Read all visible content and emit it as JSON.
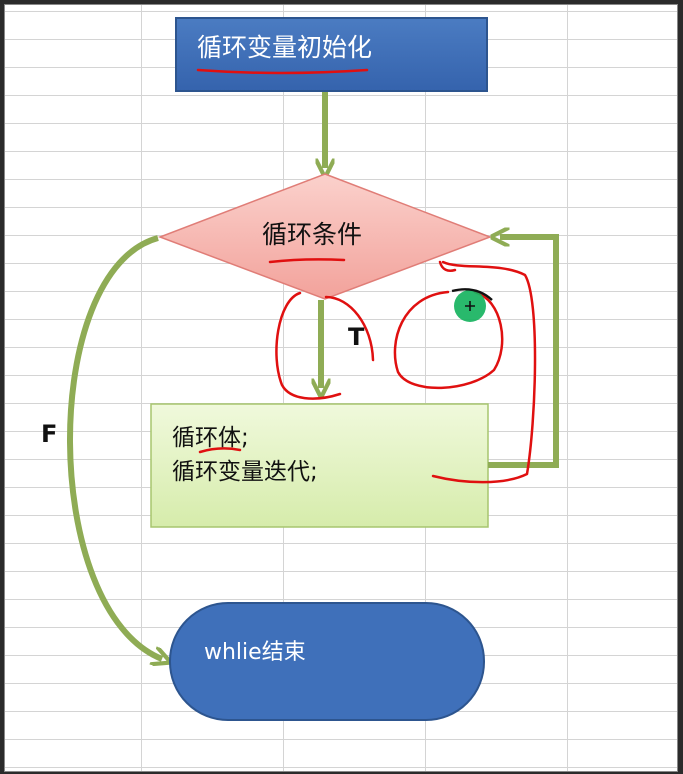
{
  "diagram": {
    "init_label": "循环变量初始化",
    "condition_label": "循环条件",
    "body_line1": "循环体;",
    "body_line2": "循环变量迭代;",
    "end_label": "whlie结束",
    "true_label": "T",
    "false_label": "F"
  },
  "colors": {
    "init_box": "#3c6db4",
    "condition_diamond": "#f6b7b2",
    "body_box": "#e4f3c6",
    "end_pill": "#3f70ba",
    "arrows": "#8fac55",
    "annotation_pen": "#e01010",
    "cursor_dot": "#17b35f"
  }
}
